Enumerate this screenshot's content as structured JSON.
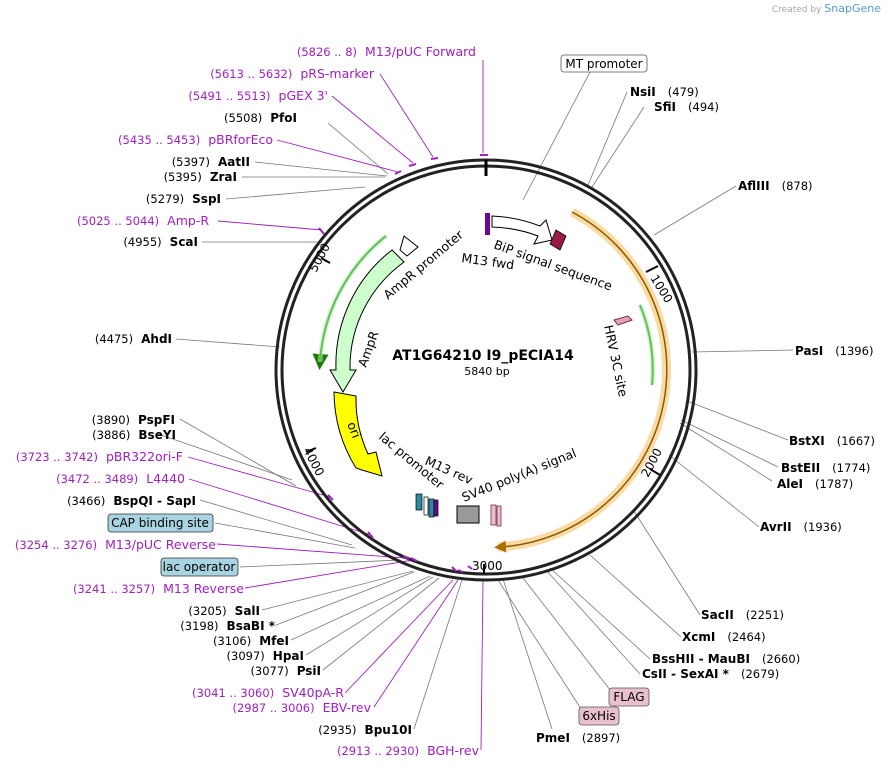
{
  "credit": {
    "prefix": "Created by",
    "brand": "SnapGene"
  },
  "plasmid": {
    "name": "AT1G64210 I9_pECIA14",
    "length_label": "5840 bp",
    "length": 5840
  },
  "ticks": [
    "1000",
    "2000",
    "3000",
    "4000",
    "5000"
  ],
  "labels": [
    {
      "kind": "primer",
      "range": "(5826 .. 8)",
      "name": "M13/pUC Forward"
    },
    {
      "kind": "primer",
      "range": "(5613 .. 5632)",
      "name": "pRS-marker"
    },
    {
      "kind": "primer",
      "range": "(5491 .. 5513)",
      "name": "pGEX 3'"
    },
    {
      "kind": "enzyme",
      "pos": "(5508)",
      "name": "PfoI"
    },
    {
      "kind": "primer",
      "range": "(5435 .. 5453)",
      "name": "pBRforEco"
    },
    {
      "kind": "enzyme",
      "pos": "(5397)",
      "name": "AatII"
    },
    {
      "kind": "enzyme",
      "pos": "(5395)",
      "name": "ZraI"
    },
    {
      "kind": "enzyme",
      "pos": "(5279)",
      "name": "SspI"
    },
    {
      "kind": "primer",
      "range": "(5025 .. 5044)",
      "name": "Amp-R"
    },
    {
      "kind": "enzyme",
      "pos": "(4955)",
      "name": "ScaI"
    },
    {
      "kind": "enzyme",
      "pos": "(4475)",
      "name": "AhdI"
    },
    {
      "kind": "enzyme",
      "pos": "(3890)",
      "name": "PspFI"
    },
    {
      "kind": "enzyme",
      "pos": "(3886)",
      "name": "BseYI"
    },
    {
      "kind": "primer",
      "range": "(3723 .. 3742)",
      "name": "pBR322ori-F"
    },
    {
      "kind": "primer",
      "range": "(3472 .. 3489)",
      "name": "L4440"
    },
    {
      "kind": "enzyme",
      "pos": "(3466)",
      "name": "BspQI  -  SapI"
    },
    {
      "kind": "feature",
      "name": "CAP binding site"
    },
    {
      "kind": "primer",
      "range": "(3254 .. 3276)",
      "name": "M13/pUC Reverse"
    },
    {
      "kind": "feature",
      "name": "lac operator"
    },
    {
      "kind": "primer",
      "range": "(3241 .. 3257)",
      "name": "M13 Reverse"
    },
    {
      "kind": "enzyme",
      "pos": "(3205)",
      "name": "SalI"
    },
    {
      "kind": "enzyme",
      "pos": "(3198)",
      "name": "BsaBI *"
    },
    {
      "kind": "enzyme",
      "pos": "(3106)",
      "name": "MfeI"
    },
    {
      "kind": "enzyme",
      "pos": "(3097)",
      "name": "HpaI"
    },
    {
      "kind": "enzyme",
      "pos": "(3077)",
      "name": "PsiI"
    },
    {
      "kind": "primer",
      "range": "(3041 .. 3060)",
      "name": "SV40pA-R"
    },
    {
      "kind": "primer",
      "range": "(2987 .. 3006)",
      "name": "EBV-rev"
    },
    {
      "kind": "enzyme",
      "pos": "(2935)",
      "name": "Bpu10I"
    },
    {
      "kind": "primer",
      "range": "(2913 .. 2930)",
      "name": "BGH-rev"
    },
    {
      "kind": "feature",
      "name": "MT promoter"
    },
    {
      "kind": "enzyme",
      "pos": "(479)",
      "name": "NsiI"
    },
    {
      "kind": "enzyme",
      "pos": "(494)",
      "name": "SfiI"
    },
    {
      "kind": "enzyme",
      "pos": "(878)",
      "name": "AflIII"
    },
    {
      "kind": "enzyme",
      "pos": "(1396)",
      "name": "PasI"
    },
    {
      "kind": "enzyme",
      "pos": "(1667)",
      "name": "BstXI"
    },
    {
      "kind": "enzyme",
      "pos": "(1774)",
      "name": "BstEII"
    },
    {
      "kind": "enzyme",
      "pos": "(1787)",
      "name": "AleI"
    },
    {
      "kind": "enzyme",
      "pos": "(1936)",
      "name": "AvrII"
    },
    {
      "kind": "enzyme",
      "pos": "(2251)",
      "name": "SacII"
    },
    {
      "kind": "enzyme",
      "pos": "(2464)",
      "name": "XcmI"
    },
    {
      "kind": "enzyme",
      "pos": "(2660)",
      "name": "BssHII  -  MauBI"
    },
    {
      "kind": "enzyme",
      "pos": "(2679)",
      "name": "CsII  -  SexAI *"
    },
    {
      "kind": "feature",
      "name": "FLAG"
    },
    {
      "kind": "feature",
      "name": "6xHis"
    },
    {
      "kind": "enzyme",
      "pos": "(2897)",
      "name": "PmeI"
    }
  ],
  "inner_features": [
    {
      "name": "BiP signal sequence"
    },
    {
      "name": "M13 fwd"
    },
    {
      "name": "AmpR promoter"
    },
    {
      "name": "AmpR"
    },
    {
      "name": "HRV 3C site"
    },
    {
      "name": "ori"
    },
    {
      "name": "lac promoter"
    },
    {
      "name": "M13 rev"
    },
    {
      "name": "SV40 poly(A) signal"
    }
  ],
  "colors": {
    "primer": "#a020c0",
    "backbone": "#222222",
    "amp": "#ccffcc",
    "ori": "#ffff00",
    "orf_glow": "#f9d79a",
    "orf_line": "#8b5a00",
    "feature_box_blue": "#a8d3e0",
    "feature_box_pink": "#e8c0cf"
  }
}
